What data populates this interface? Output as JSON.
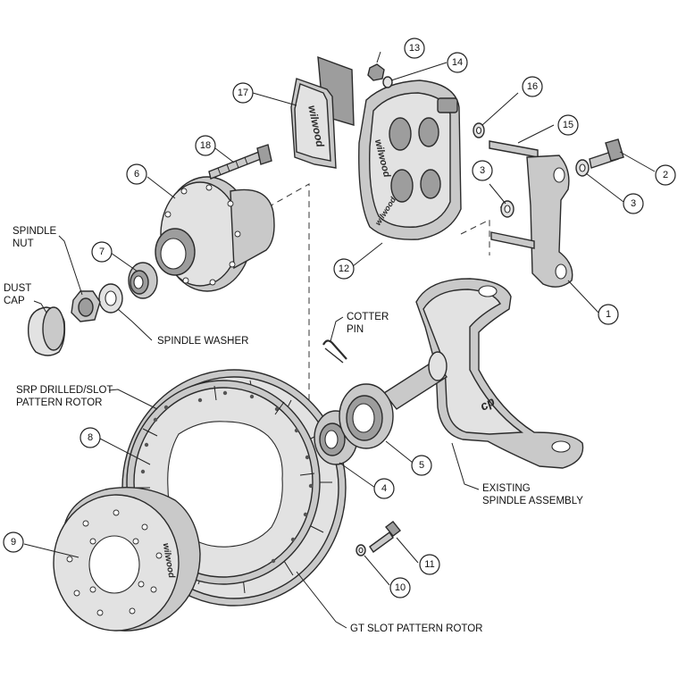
{
  "callouts": {
    "n1": "1",
    "n2": "2",
    "n3a": "3",
    "n3b": "3",
    "n4": "4",
    "n5": "5",
    "n6": "6",
    "n7": "7",
    "n8": "8",
    "n9": "9",
    "n10": "10",
    "n11": "11",
    "n12": "12",
    "n13": "13",
    "n14": "14",
    "n15": "15",
    "n16": "16",
    "n17": "17",
    "n18": "18"
  },
  "labels": {
    "spindle_nut_1": "SPINDLE",
    "spindle_nut_2": "NUT",
    "dust_cap_1": "DUST",
    "dust_cap_2": "CAP",
    "spindle_washer": "SPINDLE WASHER",
    "cotter_pin_1": "COTTER",
    "cotter_pin_2": "PIN",
    "srp_rotor_1": "SRP DRILLED/SLOT",
    "srp_rotor_2": "PATTERN ROTOR",
    "existing_spindle_1": "EXISTING",
    "existing_spindle_2": "SPINDLE ASSEMBLY",
    "gt_rotor": "GT SLOT PATTERN ROTOR"
  },
  "logos": {
    "pad": "wilwood",
    "caliper": "wilwood",
    "caliper_lower": "wilwood",
    "hat": "wilwood"
  }
}
